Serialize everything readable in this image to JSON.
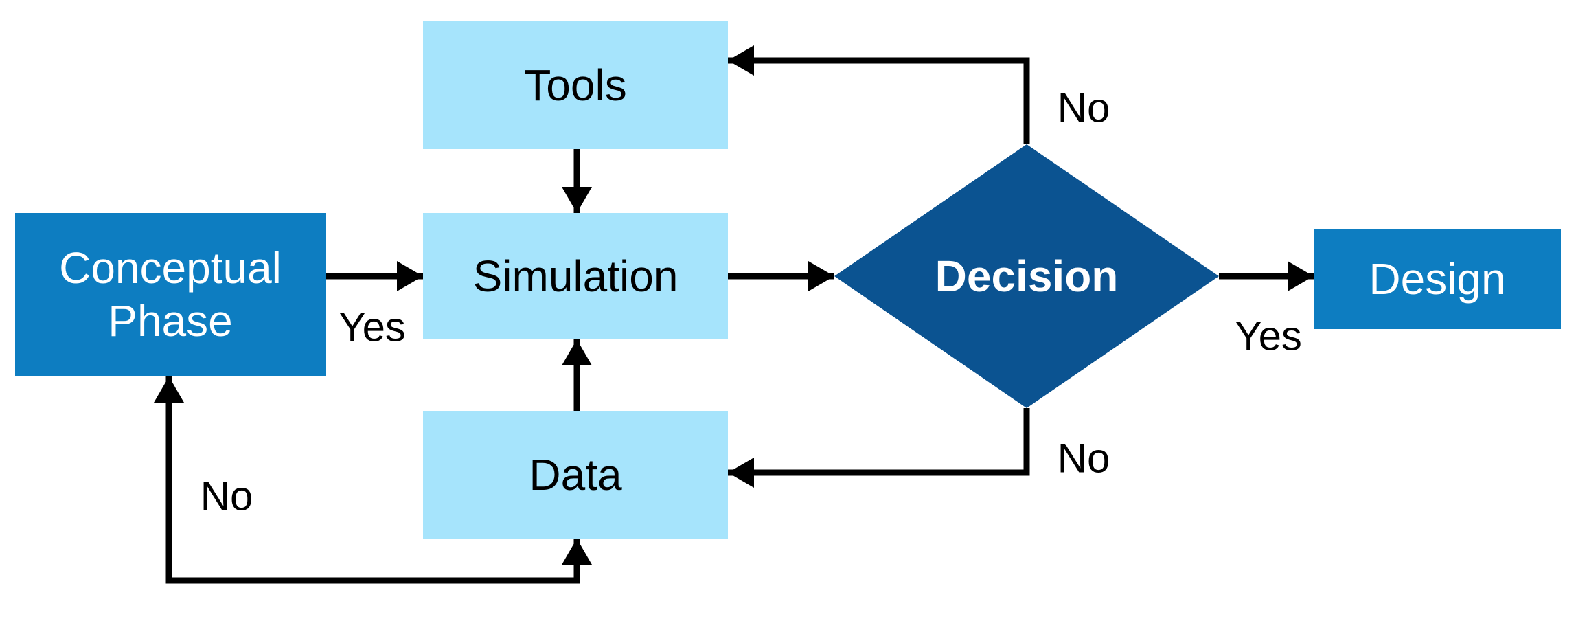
{
  "diagram": {
    "type": "flowchart",
    "nodes": {
      "conceptual_phase": {
        "label": "Conceptual Phase",
        "label_lines": [
          "Conceptual",
          "Phase"
        ],
        "shape": "rectangle",
        "fill": "#0d7dc1",
        "text_color": "#ffffff"
      },
      "tools": {
        "label": "Tools",
        "shape": "rectangle",
        "fill": "#a6e4fc",
        "text_color": "#000000"
      },
      "simulation": {
        "label": "Simulation",
        "shape": "rectangle",
        "fill": "#a6e4fc",
        "text_color": "#000000"
      },
      "data": {
        "label": "Data",
        "shape": "rectangle",
        "fill": "#a6e4fc",
        "text_color": "#000000"
      },
      "decision": {
        "label": "Decision",
        "shape": "diamond",
        "fill": "#0b5391",
        "text_color": "#ffffff"
      },
      "design": {
        "label": "Design",
        "shape": "rectangle",
        "fill": "#0d7dc1",
        "text_color": "#ffffff"
      }
    },
    "edges": [
      {
        "from": "conceptual_phase",
        "to": "simulation",
        "label": "Yes"
      },
      {
        "from": "tools",
        "to": "simulation",
        "label": ""
      },
      {
        "from": "data",
        "to": "simulation",
        "label": ""
      },
      {
        "from": "simulation",
        "to": "decision",
        "label": ""
      },
      {
        "from": "decision",
        "to": "design",
        "label": "Yes"
      },
      {
        "from": "decision",
        "to": "tools",
        "label": "No"
      },
      {
        "from": "decision",
        "to": "data",
        "label": "No"
      },
      {
        "from": "data",
        "to": "conceptual_phase",
        "label": "No"
      }
    ],
    "colors": {
      "process_light_blue": "#a6e4fc",
      "phase_medium_blue": "#0d7dc1",
      "decision_dark_blue": "#0b5391",
      "arrow_black": "#000000",
      "background": "#ffffff"
    }
  }
}
